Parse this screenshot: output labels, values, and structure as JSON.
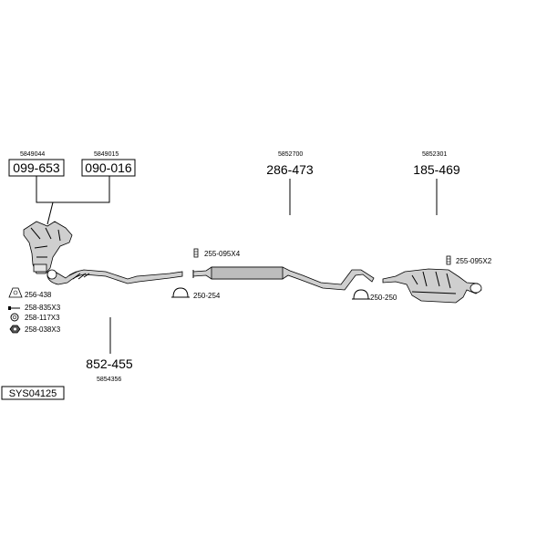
{
  "system_code": "SYS04125",
  "parts": [
    {
      "id": "p1",
      "number": "099-653",
      "ref": "5849044"
    },
    {
      "id": "p2",
      "number": "090-016",
      "ref": "5849015"
    },
    {
      "id": "p3",
      "number": "286-473",
      "ref": "5852700"
    },
    {
      "id": "p4",
      "number": "185-469",
      "ref": "5852301"
    },
    {
      "id": "p5",
      "number": "852-455",
      "ref": "5854356"
    }
  ],
  "fittings": {
    "clamp_mid": "250-254",
    "clamp_rear": "250-250",
    "bolt_mid": "255-095X4",
    "bolt_rear": "255-095X2"
  },
  "legend": [
    {
      "icon": "gasket-icon",
      "label": "256-438"
    },
    {
      "icon": "bolt-icon",
      "label": "258-835X3"
    },
    {
      "icon": "ring-icon",
      "label": "258-117X3"
    },
    {
      "icon": "nut-icon",
      "label": "258-038X3"
    }
  ]
}
